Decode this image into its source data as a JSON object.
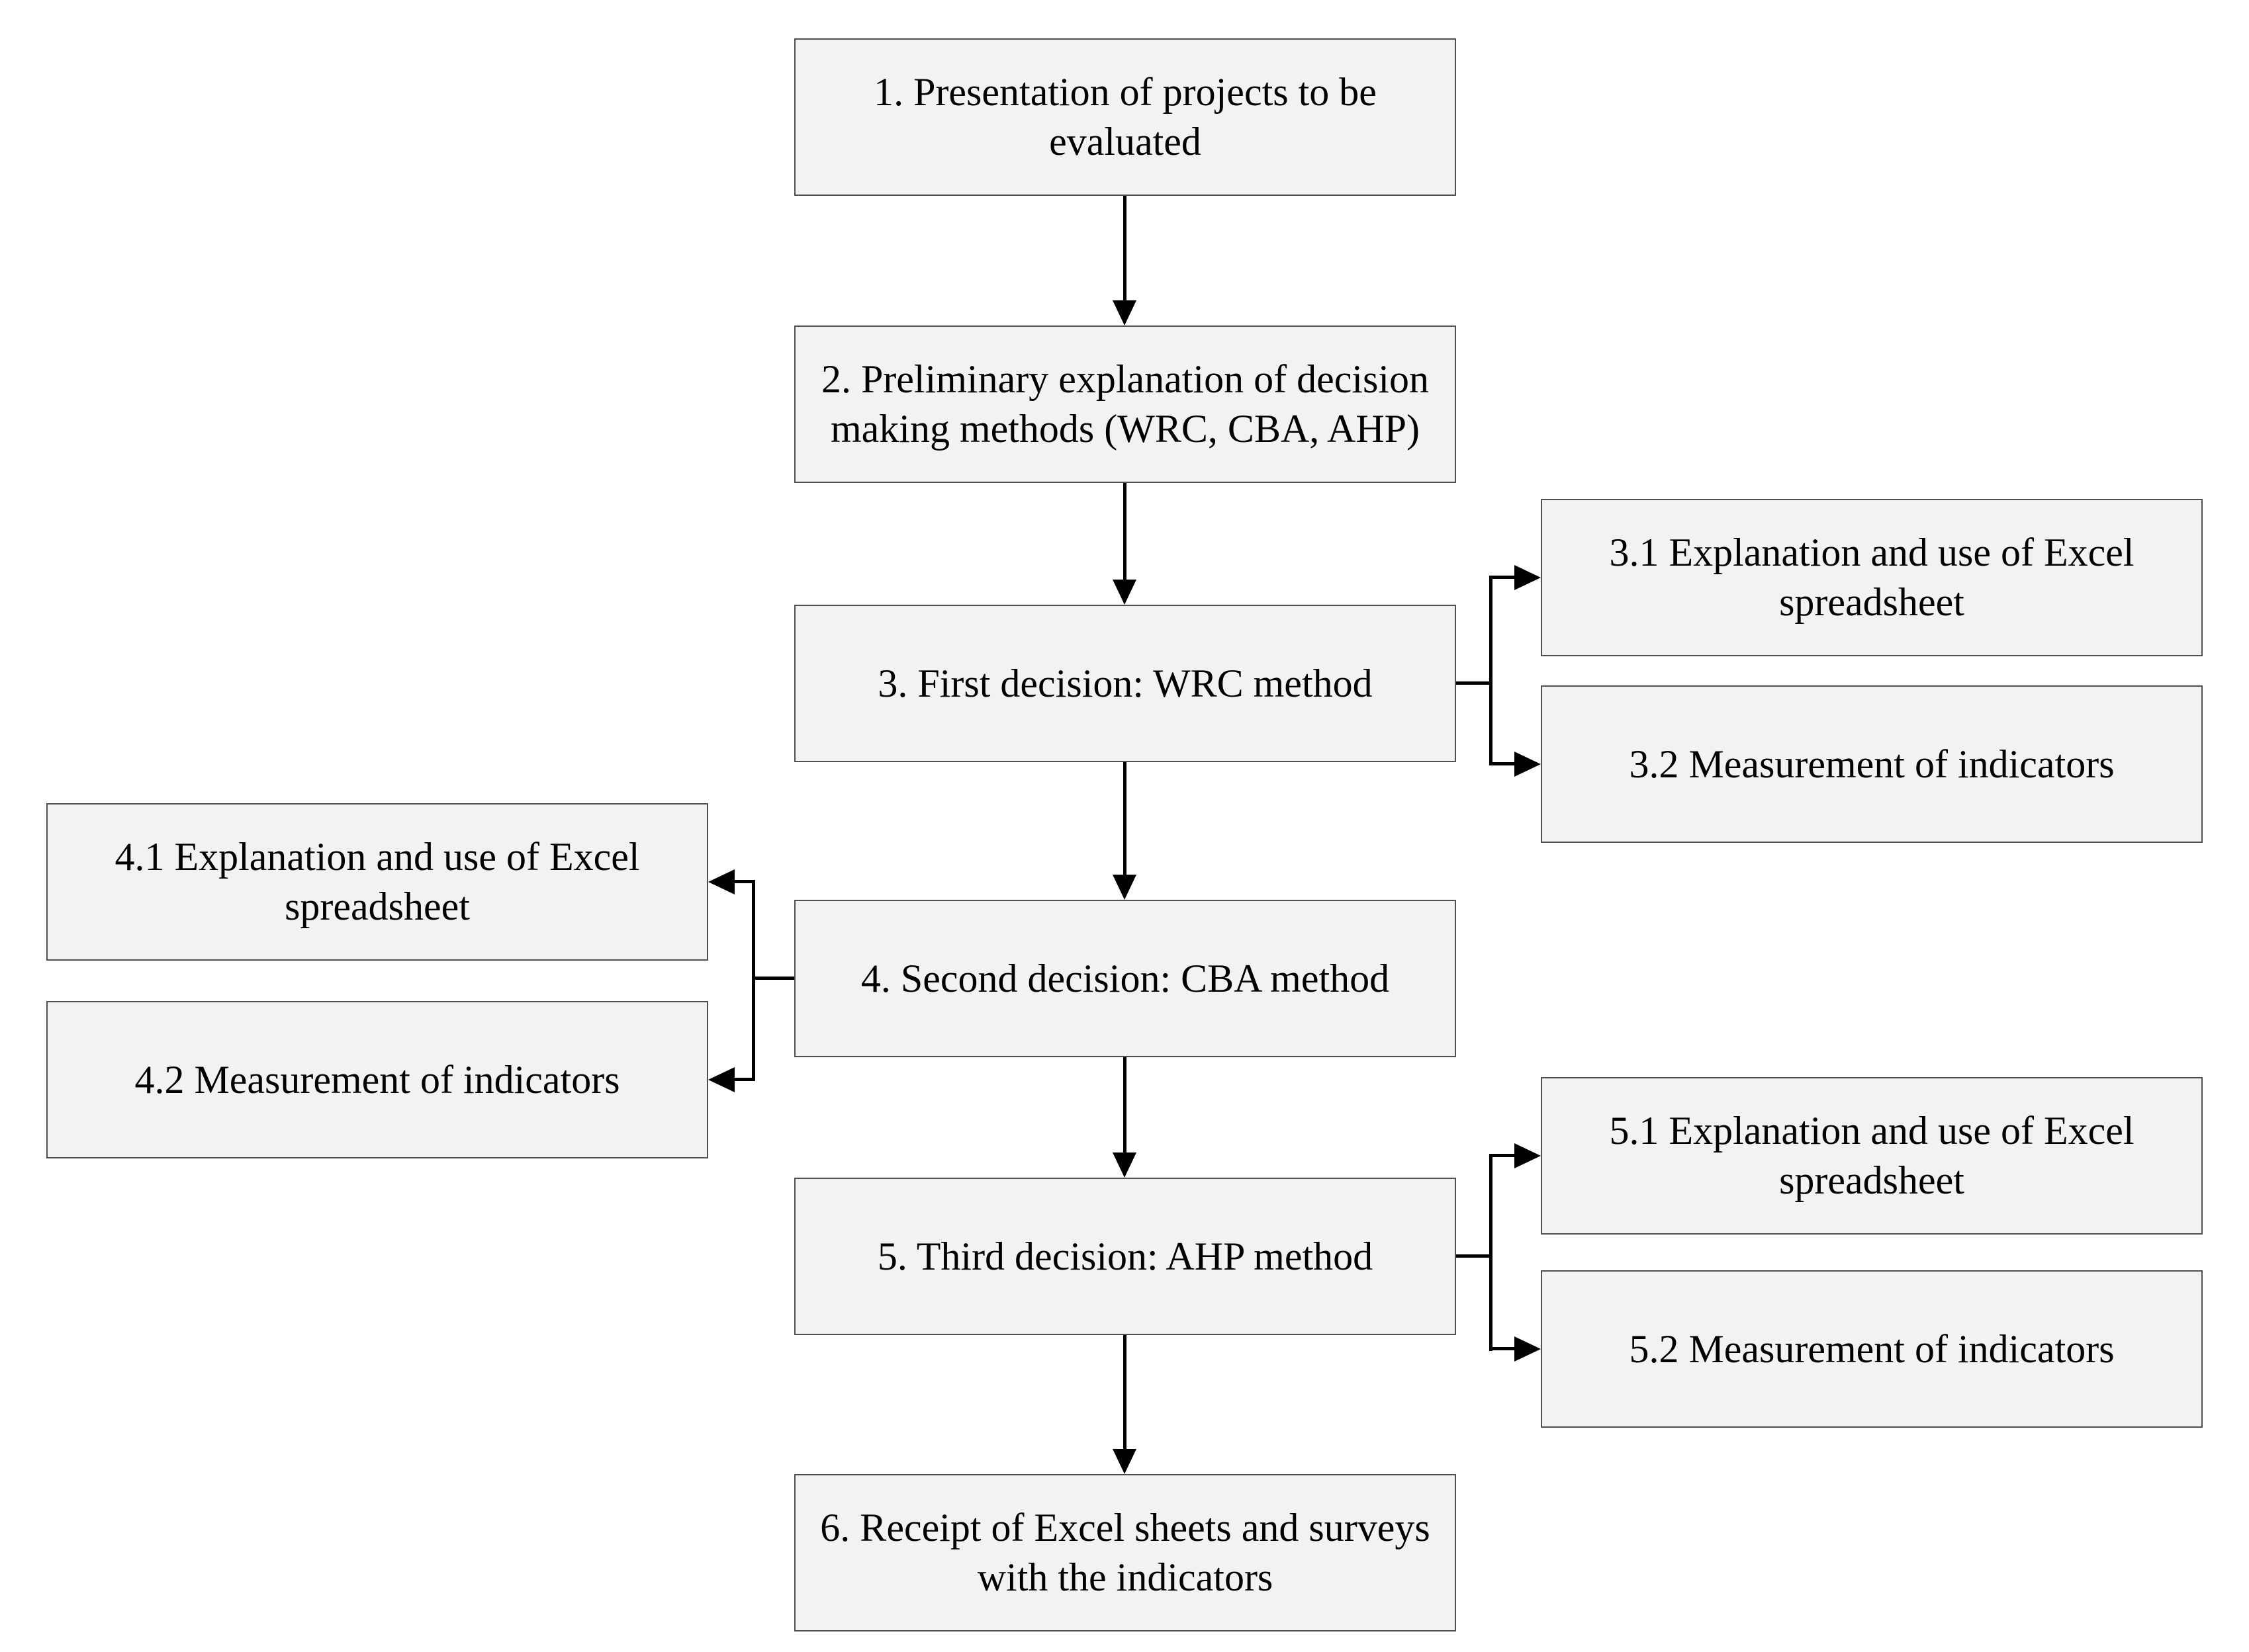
{
  "diagram": {
    "type": "flowchart",
    "colors": {
      "node_fill": "#f2f2f2",
      "node_border": "#4f4f4f",
      "connector": "#000000",
      "text": "#000000",
      "background": "#ffffff"
    },
    "nodes": [
      {
        "id": "1",
        "label": "1. Presentation of projects to be evaluated"
      },
      {
        "id": "2",
        "label": "2. Preliminary explanation of decision making methods (WRC, CBA, AHP)"
      },
      {
        "id": "3",
        "label": "3. First decision: WRC method"
      },
      {
        "id": "3.1",
        "label": "3.1 Explanation and use of Excel spreadsheet"
      },
      {
        "id": "3.2",
        "label": "3.2 Measurement of indicators"
      },
      {
        "id": "4",
        "label": "4. Second decision: CBA method"
      },
      {
        "id": "4.1",
        "label": "4.1 Explanation and use of Excel spreadsheet"
      },
      {
        "id": "4.2",
        "label": "4.2 Measurement of indicators"
      },
      {
        "id": "5",
        "label": "5. Third decision: AHP method"
      },
      {
        "id": "5.1",
        "label": "5.1 Explanation and use of Excel spreadsheet"
      },
      {
        "id": "5.2",
        "label": "5.2 Measurement of indicators"
      },
      {
        "id": "6",
        "label": "6. Receipt of Excel sheets and surveys with the indicators"
      }
    ],
    "edges": [
      {
        "from": "1",
        "to": "2",
        "direction": "down"
      },
      {
        "from": "2",
        "to": "3",
        "direction": "down"
      },
      {
        "from": "3",
        "to": "3.1",
        "direction": "right"
      },
      {
        "from": "3",
        "to": "3.2",
        "direction": "right"
      },
      {
        "from": "3",
        "to": "4",
        "direction": "down"
      },
      {
        "from": "4",
        "to": "4.1",
        "direction": "left"
      },
      {
        "from": "4",
        "to": "4.2",
        "direction": "left"
      },
      {
        "from": "4",
        "to": "5",
        "direction": "down"
      },
      {
        "from": "5",
        "to": "5.1",
        "direction": "right"
      },
      {
        "from": "5",
        "to": "5.2",
        "direction": "right"
      },
      {
        "from": "5",
        "to": "6",
        "direction": "down"
      }
    ]
  }
}
